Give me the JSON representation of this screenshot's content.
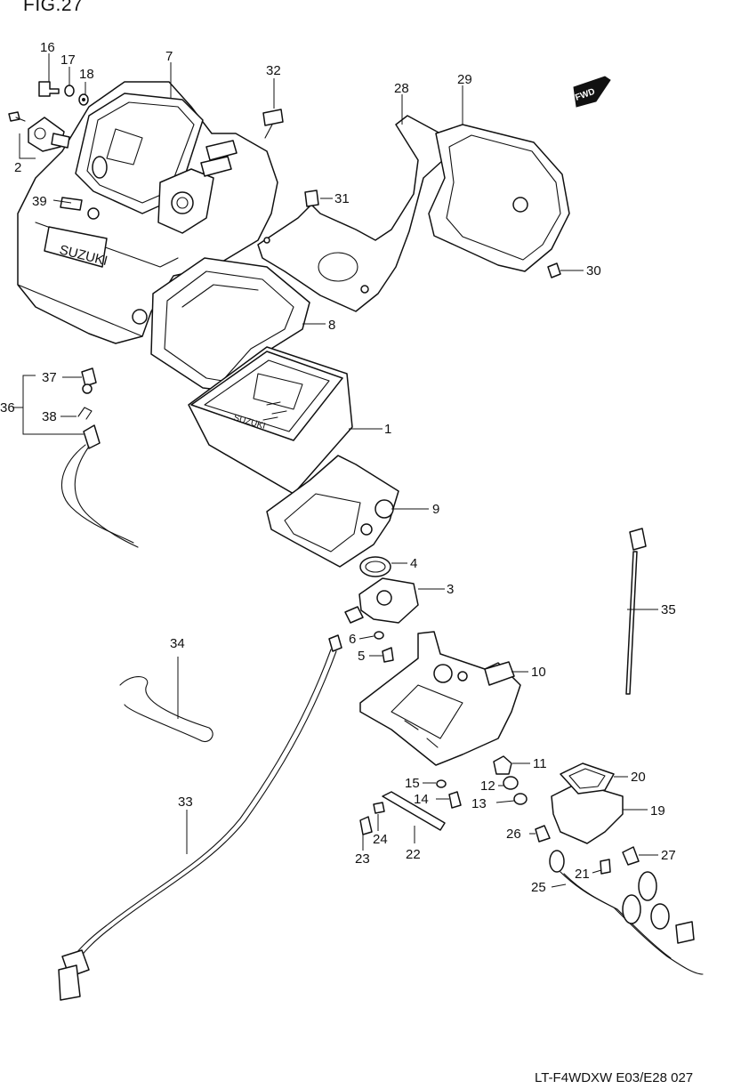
{
  "figure": {
    "title": "FIG.27",
    "footer_code": "LT-F4WDXW E03/E28  027",
    "fwd_badge": "FWD",
    "case_text_left": "SUZUKI",
    "case_text_meter": "SUZUKI"
  },
  "callouts": [
    "1",
    "2",
    "3",
    "4",
    "5",
    "6",
    "7",
    "8",
    "9",
    "10",
    "11",
    "12",
    "13",
    "14",
    "15",
    "16",
    "17",
    "18",
    "19",
    "20",
    "21",
    "22",
    "23",
    "24",
    "25",
    "26",
    "27",
    "28",
    "29",
    "30",
    "31",
    "32",
    "33",
    "34",
    "35",
    "36",
    "37",
    "38",
    "39"
  ]
}
